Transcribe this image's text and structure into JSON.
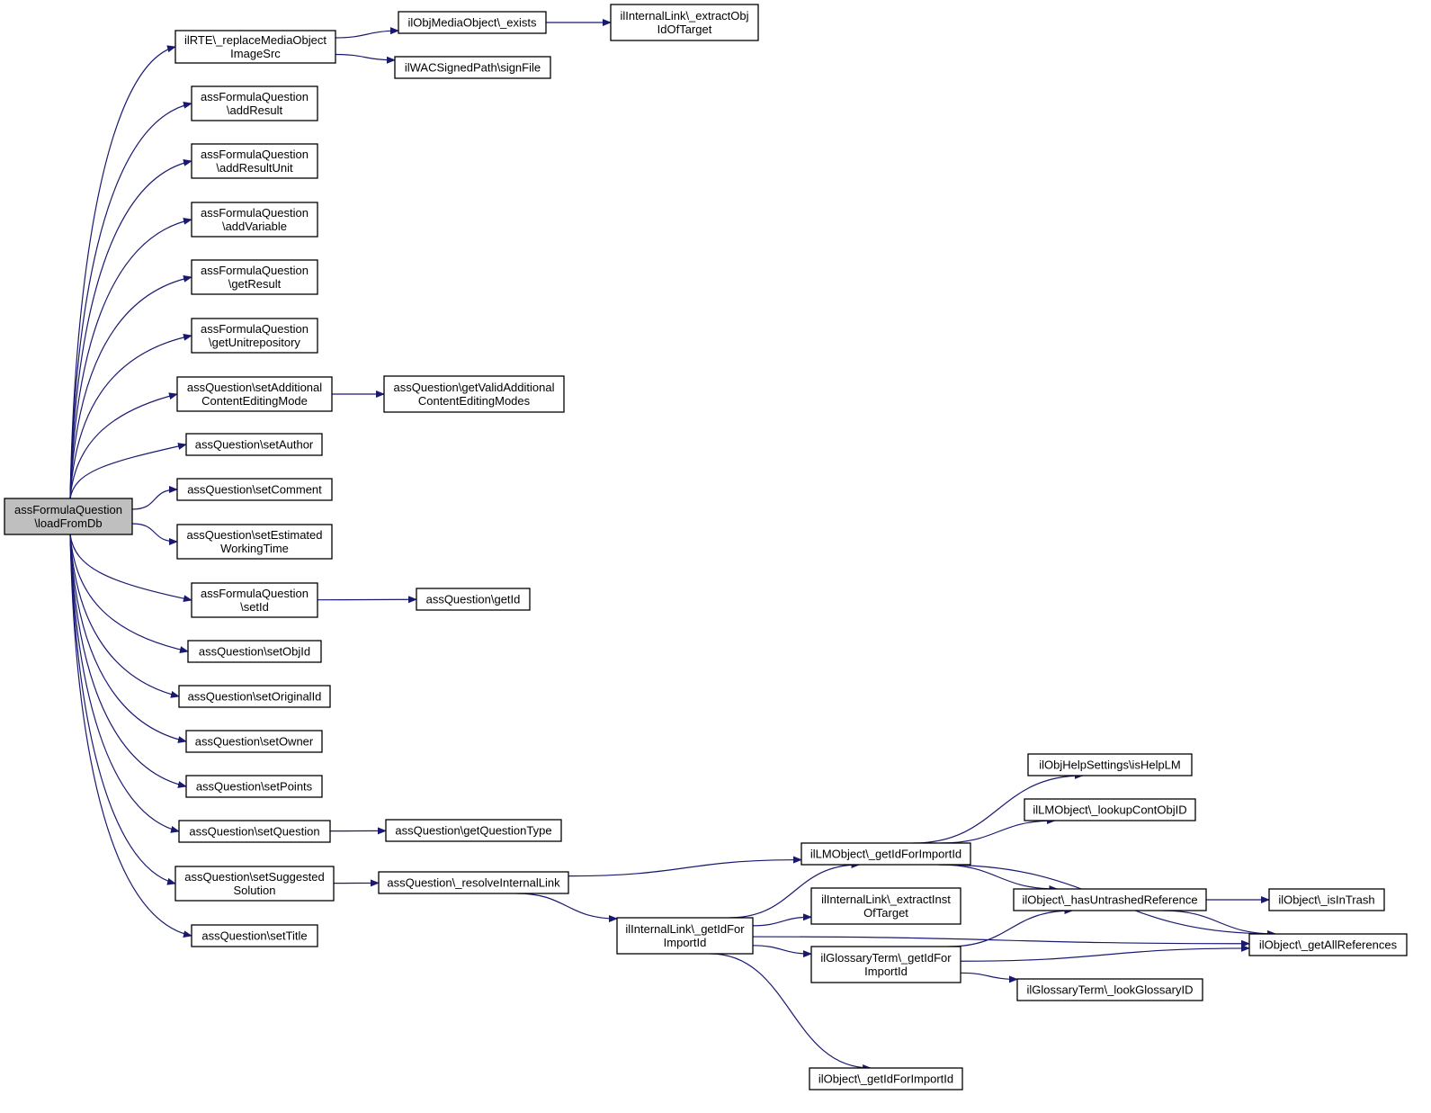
{
  "nodes": [
    {
      "id": "root",
      "lines": [
        "assFormulaQuestion",
        "\\loadFromDb"
      ],
      "root": true
    },
    {
      "id": "rte",
      "lines": [
        "ilRTE\\_replaceMediaObject",
        "ImageSrc"
      ]
    },
    {
      "id": "addResult",
      "lines": [
        "assFormulaQuestion",
        "\\addResult"
      ]
    },
    {
      "id": "addResultUnit",
      "lines": [
        "assFormulaQuestion",
        "\\addResultUnit"
      ]
    },
    {
      "id": "addVariable",
      "lines": [
        "assFormulaQuestion",
        "\\addVariable"
      ]
    },
    {
      "id": "getResult",
      "lines": [
        "assFormulaQuestion",
        "\\getResult"
      ]
    },
    {
      "id": "getUnitrepository",
      "lines": [
        "assFormulaQuestion",
        "\\getUnitrepository"
      ]
    },
    {
      "id": "setAddMode",
      "lines": [
        "assQuestion\\setAdditional",
        "ContentEditingMode"
      ]
    },
    {
      "id": "setAuthor",
      "lines": [
        "assQuestion\\setAuthor"
      ]
    },
    {
      "id": "setComment",
      "lines": [
        "assQuestion\\setComment"
      ]
    },
    {
      "id": "setEstWT",
      "lines": [
        "assQuestion\\setEstimated",
        "WorkingTime"
      ]
    },
    {
      "id": "setId",
      "lines": [
        "assFormulaQuestion",
        "\\setId"
      ]
    },
    {
      "id": "setObjId",
      "lines": [
        "assQuestion\\setObjId"
      ]
    },
    {
      "id": "setOrigId",
      "lines": [
        "assQuestion\\setOriginalId"
      ]
    },
    {
      "id": "setOwner",
      "lines": [
        "assQuestion\\setOwner"
      ]
    },
    {
      "id": "setPoints",
      "lines": [
        "assQuestion\\setPoints"
      ]
    },
    {
      "id": "setQuestion",
      "lines": [
        "assQuestion\\setQuestion"
      ]
    },
    {
      "id": "setSugSol",
      "lines": [
        "assQuestion\\setSuggested",
        "Solution"
      ]
    },
    {
      "id": "setTitle",
      "lines": [
        "assQuestion\\setTitle"
      ]
    },
    {
      "id": "mobExists",
      "lines": [
        "ilObjMediaObject\\_exists"
      ]
    },
    {
      "id": "signFile",
      "lines": [
        "ilWACSignedPath\\signFile"
      ]
    },
    {
      "id": "extractObj",
      "lines": [
        "ilInternalLink\\_extractObj",
        "IdOfTarget"
      ]
    },
    {
      "id": "getValidModes",
      "lines": [
        "assQuestion\\getValidAdditional",
        "ContentEditingModes"
      ]
    },
    {
      "id": "getId",
      "lines": [
        "assQuestion\\getId"
      ]
    },
    {
      "id": "getQType",
      "lines": [
        "assQuestion\\getQuestionType"
      ]
    },
    {
      "id": "resolveLink",
      "lines": [
        "assQuestion\\_resolveInternalLink"
      ]
    },
    {
      "id": "lmGetId",
      "lines": [
        "ilLMObject\\_getIdForImportId"
      ]
    },
    {
      "id": "ilGetId",
      "lines": [
        "ilInternalLink\\_getIdFor",
        "ImportId"
      ]
    },
    {
      "id": "extractInst",
      "lines": [
        "ilInternalLink\\_extractInst",
        "OfTarget"
      ]
    },
    {
      "id": "glossGetId",
      "lines": [
        "ilGlossaryTerm\\_getIdFor",
        "ImportId"
      ]
    },
    {
      "id": "objGetId",
      "lines": [
        "ilObject\\_getIdForImportId"
      ]
    },
    {
      "id": "isHelpLM",
      "lines": [
        "ilObjHelpSettings\\isHelpLM"
      ]
    },
    {
      "id": "lookupCont",
      "lines": [
        "ilLMObject\\_lookupContObjID"
      ]
    },
    {
      "id": "hasUntrashed",
      "lines": [
        "ilObject\\_hasUntrashedReference"
      ]
    },
    {
      "id": "lookGloss",
      "lines": [
        "ilGlossaryTerm\\_lookGlossaryID"
      ]
    },
    {
      "id": "isInTrash",
      "lines": [
        "ilObject\\_isInTrash"
      ]
    },
    {
      "id": "getAllRefs",
      "lines": [
        "ilObject\\_getAllReferences"
      ]
    }
  ],
  "edges": [
    [
      "root",
      "rte"
    ],
    [
      "root",
      "addResult"
    ],
    [
      "root",
      "addResultUnit"
    ],
    [
      "root",
      "addVariable"
    ],
    [
      "root",
      "getResult"
    ],
    [
      "root",
      "getUnitrepository"
    ],
    [
      "root",
      "setAddMode"
    ],
    [
      "root",
      "setAuthor"
    ],
    [
      "root",
      "setComment"
    ],
    [
      "root",
      "setEstWT"
    ],
    [
      "root",
      "setId"
    ],
    [
      "root",
      "setObjId"
    ],
    [
      "root",
      "setOrigId"
    ],
    [
      "root",
      "setOwner"
    ],
    [
      "root",
      "setPoints"
    ],
    [
      "root",
      "setQuestion"
    ],
    [
      "root",
      "setSugSol"
    ],
    [
      "root",
      "setTitle"
    ],
    [
      "rte",
      "mobExists"
    ],
    [
      "rte",
      "signFile"
    ],
    [
      "mobExists",
      "extractObj"
    ],
    [
      "setAddMode",
      "getValidModes"
    ],
    [
      "setId",
      "getId"
    ],
    [
      "setQuestion",
      "getQType"
    ],
    [
      "setSugSol",
      "resolveLink"
    ],
    [
      "resolveLink",
      "lmGetId"
    ],
    [
      "resolveLink",
      "ilGetId"
    ],
    [
      "lmGetId",
      "isHelpLM"
    ],
    [
      "lmGetId",
      "lookupCont"
    ],
    [
      "lmGetId",
      "hasUntrashed"
    ],
    [
      "lmGetId",
      "getAllRefs"
    ],
    [
      "ilGetId",
      "lmGetId"
    ],
    [
      "ilGetId",
      "extractInst"
    ],
    [
      "ilGetId",
      "glossGetId"
    ],
    [
      "ilGetId",
      "objGetId"
    ],
    [
      "ilGetId",
      "getAllRefs"
    ],
    [
      "glossGetId",
      "hasUntrashed"
    ],
    [
      "glossGetId",
      "getAllRefs"
    ],
    [
      "glossGetId",
      "lookGloss"
    ],
    [
      "hasUntrashed",
      "isInTrash"
    ],
    [
      "hasUntrashed",
      "getAllRefs"
    ]
  ]
}
